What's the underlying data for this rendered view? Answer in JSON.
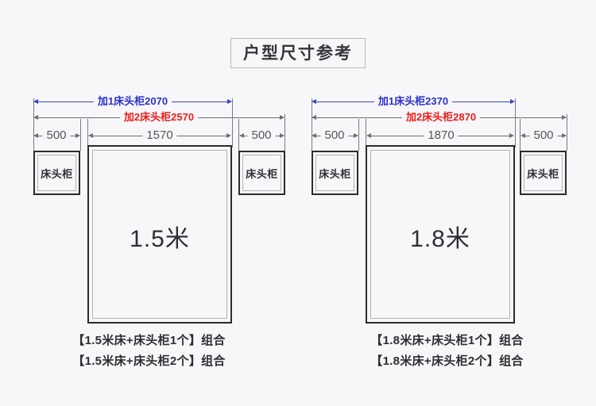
{
  "page": {
    "background_color": "#f7f7f9",
    "title": "户型尺寸参考"
  },
  "colors": {
    "blue": "#2c31c9",
    "red": "#ee1c1c",
    "line": "#6d6d75",
    "box_border": "#2b2b30",
    "text": "#2e2e33"
  },
  "diagrams": [
    {
      "id": "left",
      "bed_size_label": "1.5米",
      "total_one_nightstand": "加1床头柜2070",
      "total_two_nightstands": "加2床头柜2570",
      "nightstand_left_width": "500",
      "bed_width": "1570",
      "nightstand_right_width": "500",
      "nightstand_left_label": "床头柜",
      "nightstand_right_label": "床头柜",
      "caption_line1": "【1.5米床+床头柜1个】组合",
      "caption_line2": "【1.5米床+床头柜2个】组合"
    },
    {
      "id": "right",
      "bed_size_label": "1.8米",
      "total_one_nightstand": "加1床头柜2370",
      "total_two_nightstands": "加2床头柜2870",
      "nightstand_left_width": "500",
      "bed_width": "1870",
      "nightstand_right_width": "500",
      "nightstand_left_label": "床头柜",
      "nightstand_right_label": "床头柜",
      "caption_line1": "【1.8米床+床头柜1个】组合",
      "caption_line2": "【1.8米床+床头柜2个】组合"
    }
  ]
}
